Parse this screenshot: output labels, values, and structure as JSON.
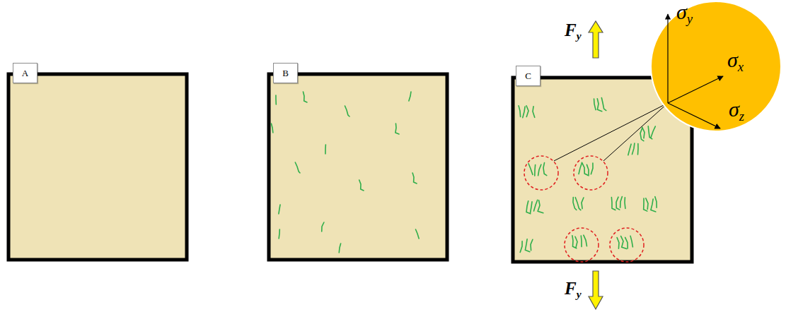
{
  "diagram": {
    "nodes": [
      {
        "text": [
          "A"
        ]
      },
      {
        "text": [
          "B"
        ]
      },
      {
        "text": [
          "C"
        ]
      },
      {
        "text": [
          "σy",
          "σx",
          "σz"
        ]
      }
    ],
    "labels": [
      "Fy",
      "Fy"
    ]
  }
}
